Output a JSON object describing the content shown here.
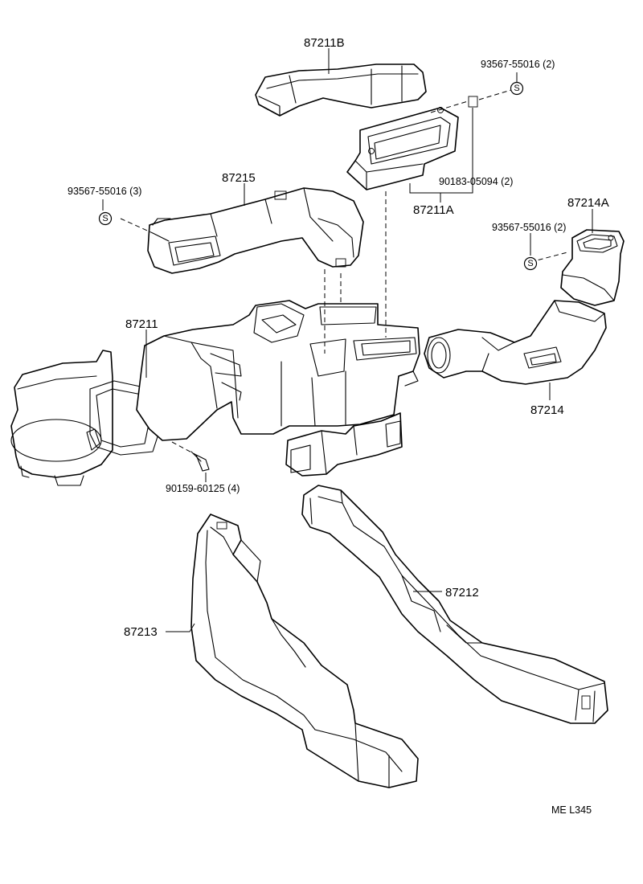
{
  "labels": {
    "duct_upper_center": "87211B",
    "screw_top_right": "93567-55016 (2)",
    "duct_upper_center_lower": "87211A",
    "clip": "90183-05094 (2)",
    "duct_left_upper": "87215",
    "screw_left": "93567-55016 (3)",
    "duct_right_small": "87214A",
    "screw_right": "93567-55016 (2)",
    "heater_unit": "87211",
    "duct_right": "87214",
    "bolt": "90159-60125 (4)",
    "floor_duct_right": "87212",
    "floor_duct_left": "87213",
    "page_code": "ME  L345"
  },
  "symbols": {
    "screw_marker": "S"
  }
}
